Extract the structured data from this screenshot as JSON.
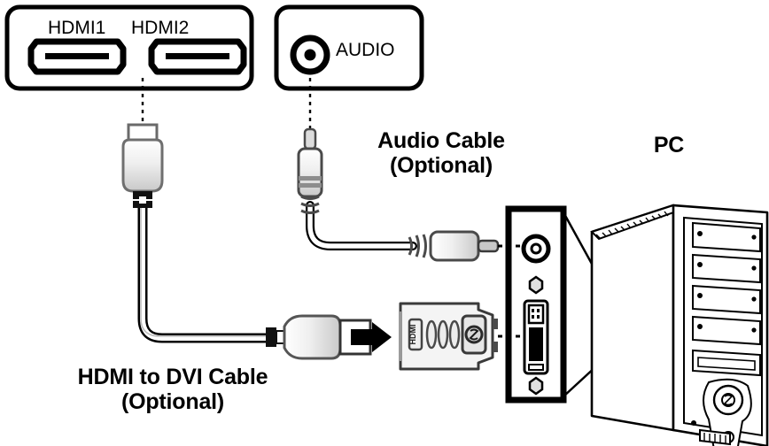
{
  "diagram": {
    "title": "HDMI / Audio connection diagram",
    "stroke_color": "#000000",
    "fill_color": "#ffffff",
    "metal_color": "#e8e8e8",
    "shade_color": "#b9b9b9"
  },
  "monitor_panel": {
    "hdmi_group": {
      "name": "hdmi-port-group",
      "port1_label": "HDMI1",
      "port2_label": "HDMI2"
    },
    "audio_group": {
      "name": "audio-port-group",
      "label": "AUDIO"
    }
  },
  "labels": {
    "audio_cable": "Audio Cable\n(Optional)",
    "pc": "PC",
    "hdmi_to_dvi": "HDMI to DVI Cable\n(Optional)"
  },
  "adapter": {
    "body_label": "HDMI"
  },
  "pc_panel": {
    "audio_jack_name": "pc-audio-jack",
    "dvi_port_name": "pc-dvi-port"
  },
  "connectors": {
    "hdmi_plug_monitor": "hdmi-plug-vertical",
    "hdmi_plug_adapter": "hdmi-plug-horizontal",
    "audio_plug_monitor": "audio-plug-vertical",
    "audio_plug_pc": "audio-plug-horizontal",
    "insertion_arrow": "insertion-arrow"
  }
}
